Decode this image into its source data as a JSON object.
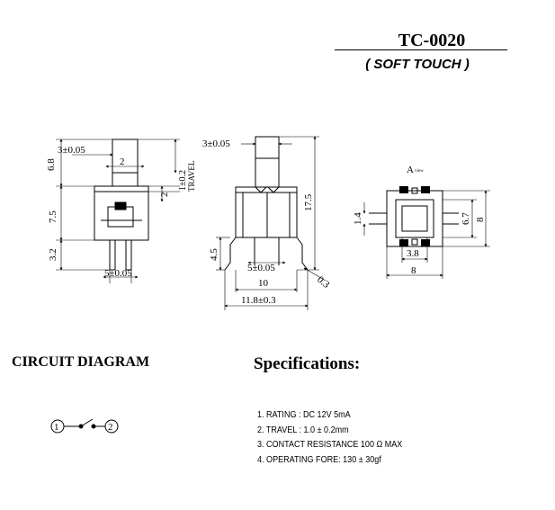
{
  "header": {
    "model": "TC-0020",
    "subtitle": "( SOFT TOUCH )"
  },
  "drawing": {
    "side_view": {
      "dim_top_pitch": "3±0.05",
      "dim_left_top": "6.8",
      "dim_stem": "2",
      "dim_travel_value": "1±0.2",
      "dim_travel_label": "TRAVEL",
      "dim_right_small": "2",
      "dim_left_body": "7.5",
      "dim_left_pins": "3.2",
      "dim_pin_pitch": "5±0.05"
    },
    "front_view": {
      "dim_top": "3±0.05",
      "dim_height": "17.5",
      "dim_left": "4.5",
      "dim_pin_pitch": "5±0.05",
      "dim_diagonal": "0.3",
      "dim_inner_width": "10",
      "dim_outer_width": "11.8±0.3"
    },
    "top_view": {
      "label": "A",
      "label_sub": "view",
      "dim_left": "1.4",
      "dim_right_inner": "6.7",
      "dim_right_outer": "8",
      "dim_bottom_inner": "3.8",
      "dim_bottom_outer": "8"
    }
  },
  "circuit": {
    "title": "CIRCUIT DIAGRAM",
    "terminal_1": "1",
    "terminal_2": "2"
  },
  "specifications": {
    "title": "Specifications:",
    "items": [
      "1. RATING : DC 12V  5mA",
      "2. TRAVEL : 1.0 ± 0.2mm",
      "3. CONTACT  RESISTANCE 100 Ω MAX",
      "4. OPERATING FORE: 130 ± 30gf"
    ]
  }
}
